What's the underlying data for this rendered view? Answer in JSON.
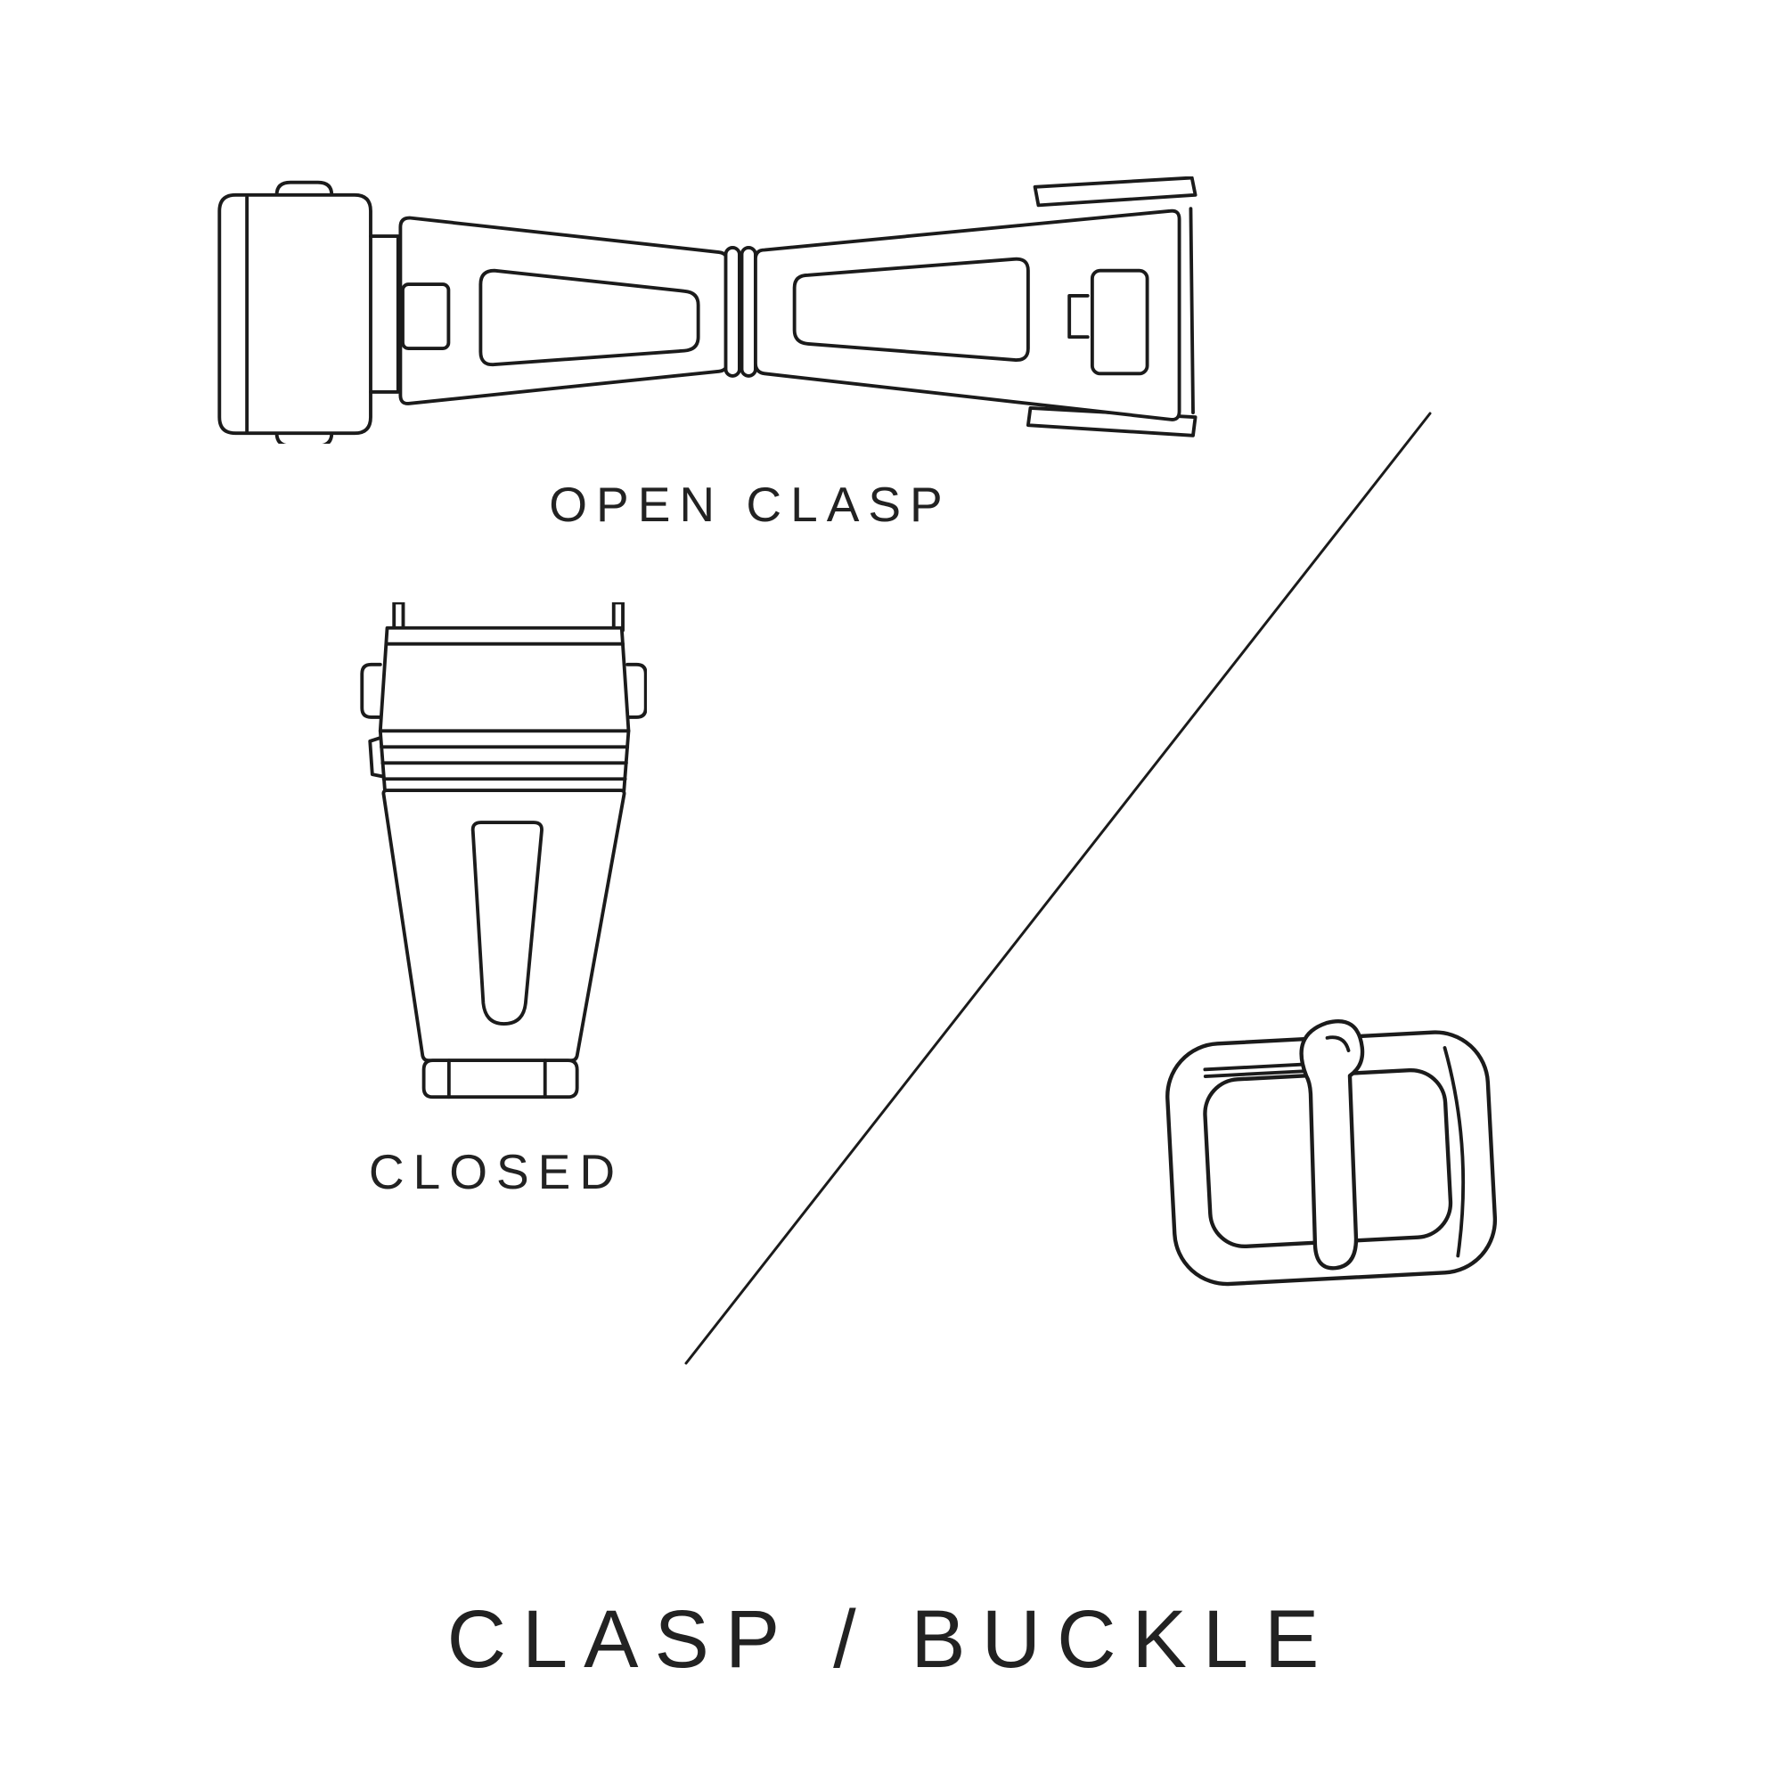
{
  "title": "CLASP / BUCKLE",
  "labels": {
    "open_clasp": "OPEN CLASP",
    "closed": "CLOSED"
  },
  "figures": {
    "open_clasp": "open-deployant-clasp-illustration",
    "closed_clasp": "closed-clasp-illustration",
    "buckle": "tang-buckle-illustration",
    "divider": "diagonal-divider-line"
  },
  "colors": {
    "background": "#ffffff",
    "line": "#1b1b1b",
    "text": "#222222"
  }
}
